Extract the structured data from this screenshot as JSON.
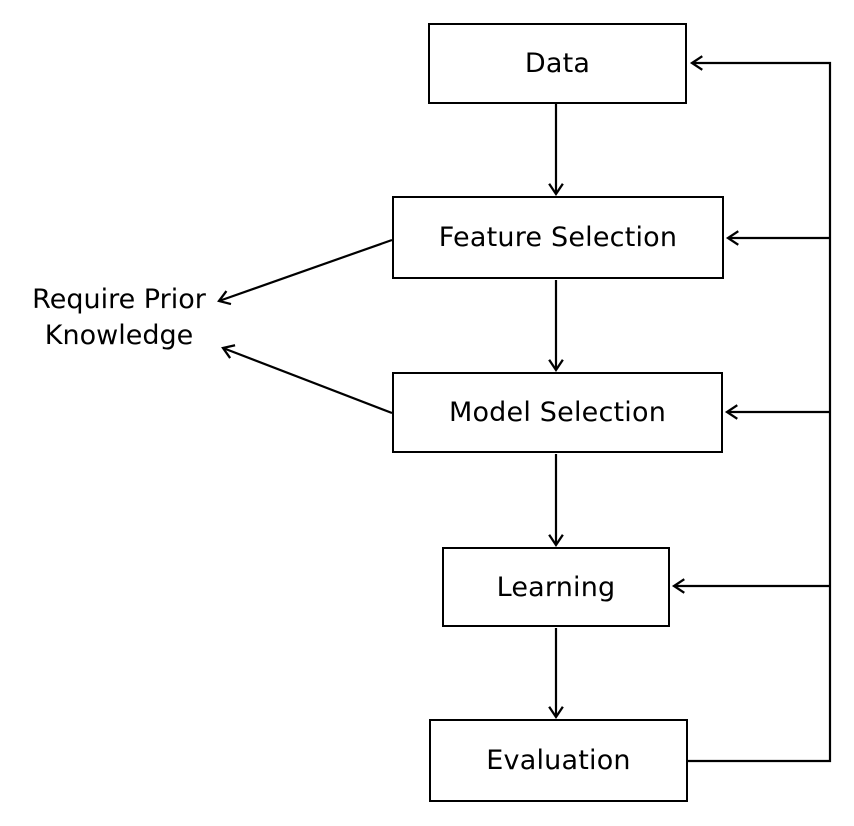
{
  "canvas": {
    "background": "#ffffff",
    "line_color": "#000000",
    "text_color": "#000000"
  },
  "diagram": {
    "type": "flowchart",
    "nodes": [
      {
        "id": "data",
        "label": "Data"
      },
      {
        "id": "feature_selection",
        "label": "Feature Selection"
      },
      {
        "id": "model_selection",
        "label": "Model Selection"
      },
      {
        "id": "learning",
        "label": "Learning"
      },
      {
        "id": "evaluation",
        "label": "Evaluation"
      }
    ],
    "edges": [
      {
        "from": "data",
        "to": "feature_selection",
        "type": "flow"
      },
      {
        "from": "feature_selection",
        "to": "model_selection",
        "type": "flow"
      },
      {
        "from": "model_selection",
        "to": "learning",
        "type": "flow"
      },
      {
        "from": "learning",
        "to": "evaluation",
        "type": "flow"
      },
      {
        "from": "evaluation",
        "to": "data",
        "type": "feedback"
      },
      {
        "from": "evaluation",
        "to": "feature_selection",
        "type": "feedback"
      },
      {
        "from": "evaluation",
        "to": "model_selection",
        "type": "feedback"
      },
      {
        "from": "evaluation",
        "to": "learning",
        "type": "feedback"
      },
      {
        "from": "feature_selection",
        "to": "require_prior_knowledge",
        "type": "annotation"
      },
      {
        "from": "model_selection",
        "to": "require_prior_knowledge",
        "type": "annotation"
      }
    ],
    "annotation": {
      "id": "require_prior_knowledge",
      "line1": "Require Prior",
      "line2": "Knowledge"
    }
  }
}
